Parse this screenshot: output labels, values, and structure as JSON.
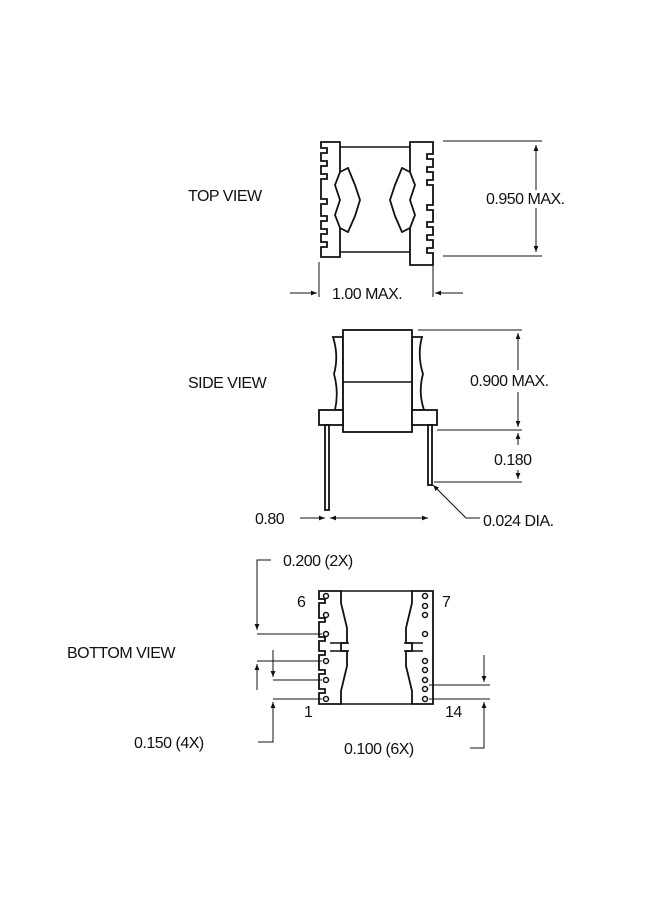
{
  "top_view": {
    "label": "TOP VIEW",
    "height_dim": "0.950 MAX.",
    "width_dim": "1.00 MAX."
  },
  "side_view": {
    "label": "SIDE VIEW",
    "height_dim": "0.900 MAX.",
    "pin_length_dim": "0.180",
    "pin_spacing_dim": "0.80",
    "pin_dia_dim": "0.024 DIA."
  },
  "bottom_view": {
    "label": "BOTTOM VIEW",
    "pitch_group_dim": "0.200 (2X)",
    "pitch_left_dim": "0.150 (4X)",
    "pitch_right_dim": "0.100 (6X)",
    "pins": {
      "p6": "6",
      "p7": "7",
      "p1": "1",
      "p14": "14"
    }
  }
}
